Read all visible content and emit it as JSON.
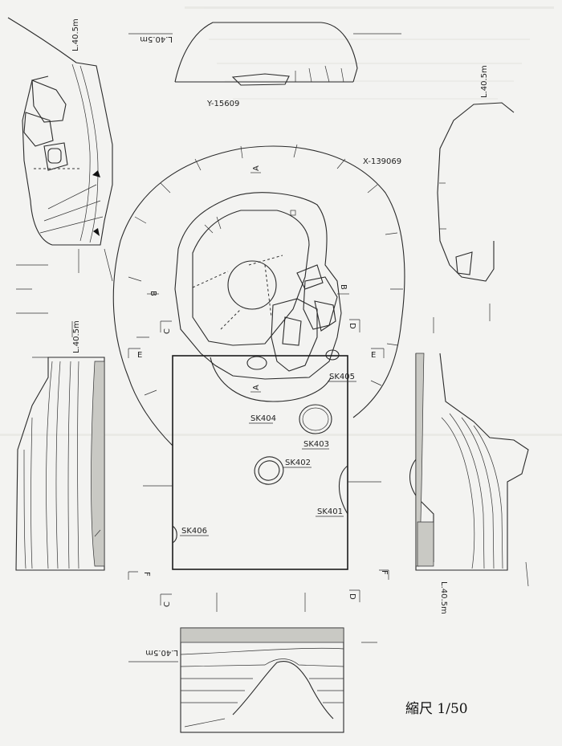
{
  "labels": {
    "coord_y": "Y-15609",
    "coord_x": "X-139069",
    "level_top": "L.40.5m",
    "level_right_top": "L.40.5m",
    "level_left_mid": "L.40.5m",
    "level_right_bottom": "L.40.5m",
    "level_bottom": "L.40.5m",
    "level_top_left": "L.40.5m"
  },
  "pits": {
    "sk401": "SK401",
    "sk402": "SK402",
    "sk403": "SK403",
    "sk404": "SK404",
    "sk405": "SK405",
    "sk406": "SK406"
  },
  "sections": {
    "a": "A",
    "b": "B",
    "c": "C",
    "d": "D",
    "e": "E",
    "f": "F"
  },
  "scale": "縮尺 1/50"
}
